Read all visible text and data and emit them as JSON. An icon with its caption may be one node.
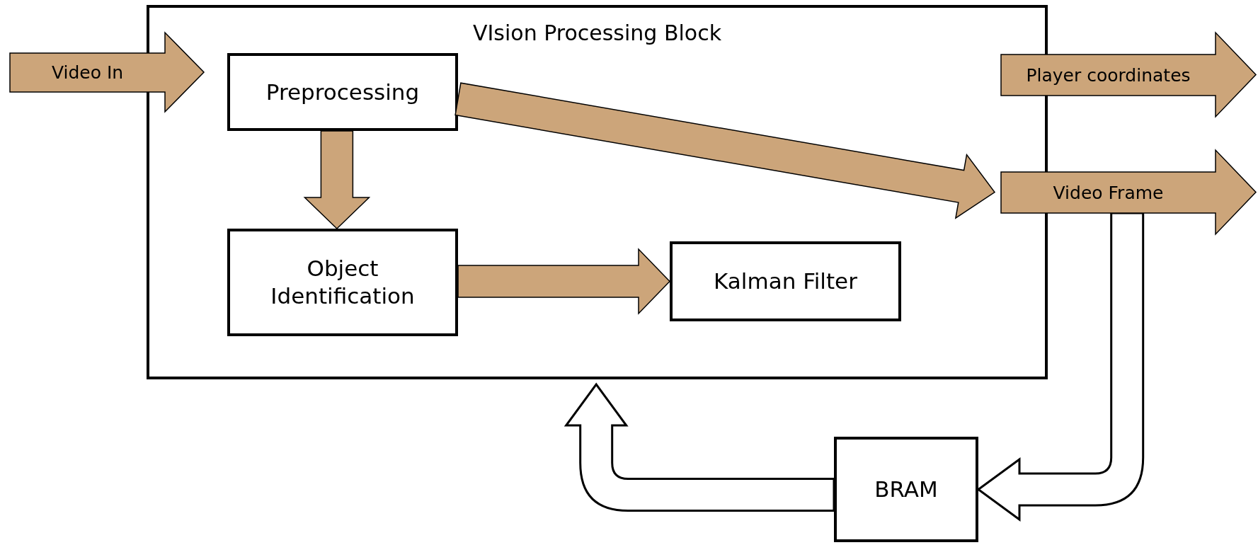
{
  "diagram": {
    "nodes": [
      {
        "text": [
          "VIsion Processing Block"
        ]
      },
      {
        "text": [
          "Video In"
        ]
      },
      {
        "text": [
          "Preprocessing"
        ],
        "in": 0
      },
      {
        "text": [
          "Object Identification"
        ],
        "in": 0
      },
      {
        "text": [
          "Kalman Filter"
        ],
        "in": 0
      },
      {
        "text": [
          "Player coordinates"
        ]
      },
      {
        "text": [
          "Video Frame"
        ]
      },
      {
        "text": [
          "BRAM"
        ]
      }
    ],
    "edges": [
      {
        "from": 2,
        "to": 3,
        "arrow": "to"
      },
      {
        "from": 3,
        "to": 4,
        "arrow": "to"
      },
      {
        "from": 2,
        "to": 6,
        "arrow": "to"
      },
      {
        "from": 6,
        "to": 7,
        "arrow": "to",
        "color": "#ffffff"
      },
      {
        "from": 7,
        "to": 0,
        "arrow": "to",
        "color": "#ffffff"
      }
    ]
  }
}
